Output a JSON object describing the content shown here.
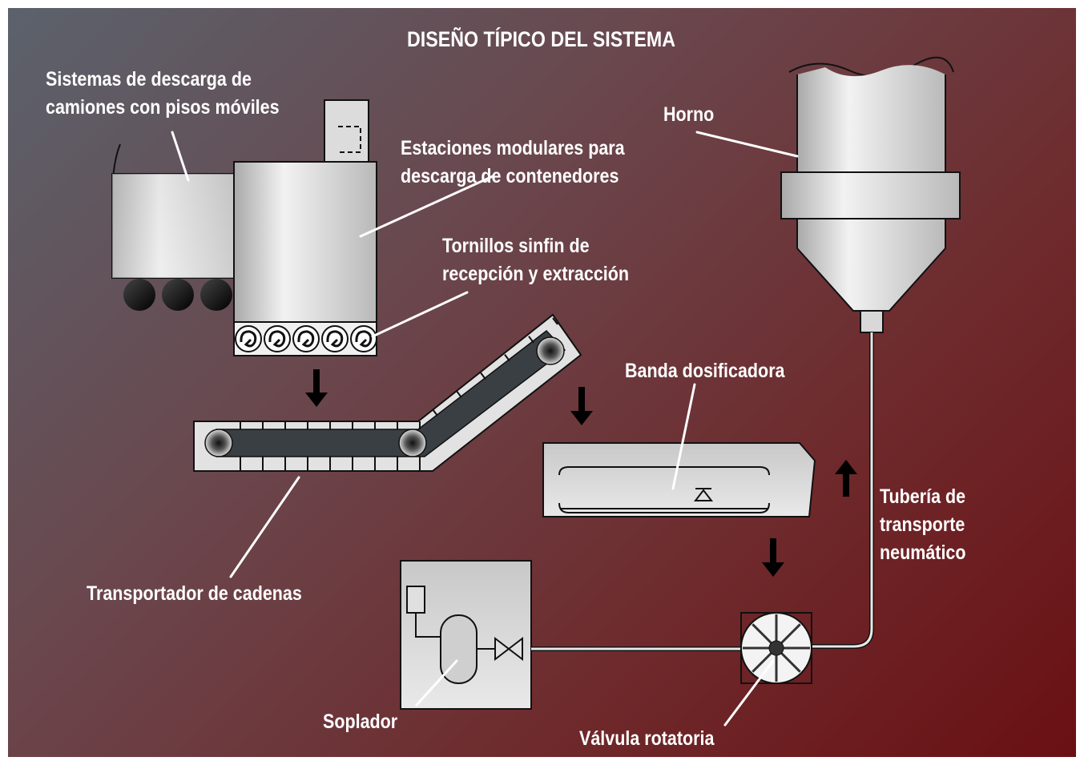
{
  "title": "DISEÑO TÍPICO DEL SISTEMA",
  "labels": {
    "truck_line1": "Sistemas de descarga de",
    "truck_line2": "camiones con pisos móviles",
    "horno": "Horno",
    "stations_line1": "Estaciones modulares para",
    "stations_line2": "descarga de contenedores",
    "screws_line1": "Tornillos sinfin de",
    "screws_line2": "recepción y extracción",
    "belt": "Banda dosificadora",
    "pipe_line1": "Tubería de",
    "pipe_line2": "transporte",
    "pipe_line3": "neumático",
    "chain": "Transportador de cadenas",
    "blower": "Soplador",
    "valve": "Válvula rotatoria"
  },
  "colors": {
    "background_start": "#5b626c",
    "background_end": "#6a1014",
    "equipment_fill": "#dcdcdc",
    "outline": "#1a1a1a",
    "belt_dark": "#3a3f44",
    "label_text": "#ffffff"
  }
}
